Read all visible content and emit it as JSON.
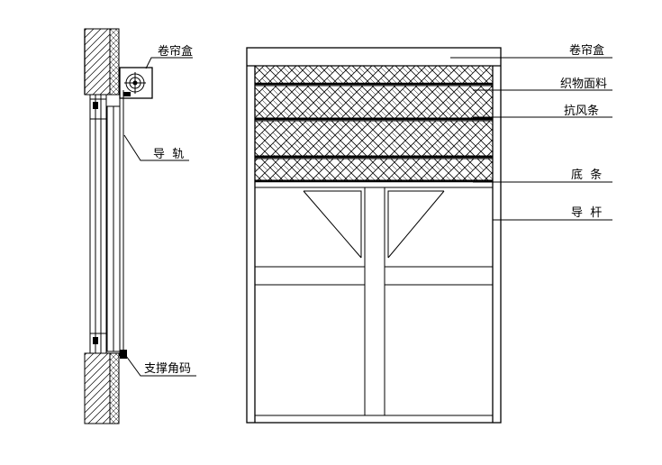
{
  "side_view": {
    "labels": {
      "box": "卷帘盒",
      "rail": "导  轨",
      "bracket": "支撑角码"
    }
  },
  "front_view": {
    "labels": {
      "box": "卷帘盒",
      "fabric": "织物面料",
      "wind_bar": "抗风条",
      "bottom_bar": "底  条",
      "guide_rod": "导  杆"
    }
  }
}
